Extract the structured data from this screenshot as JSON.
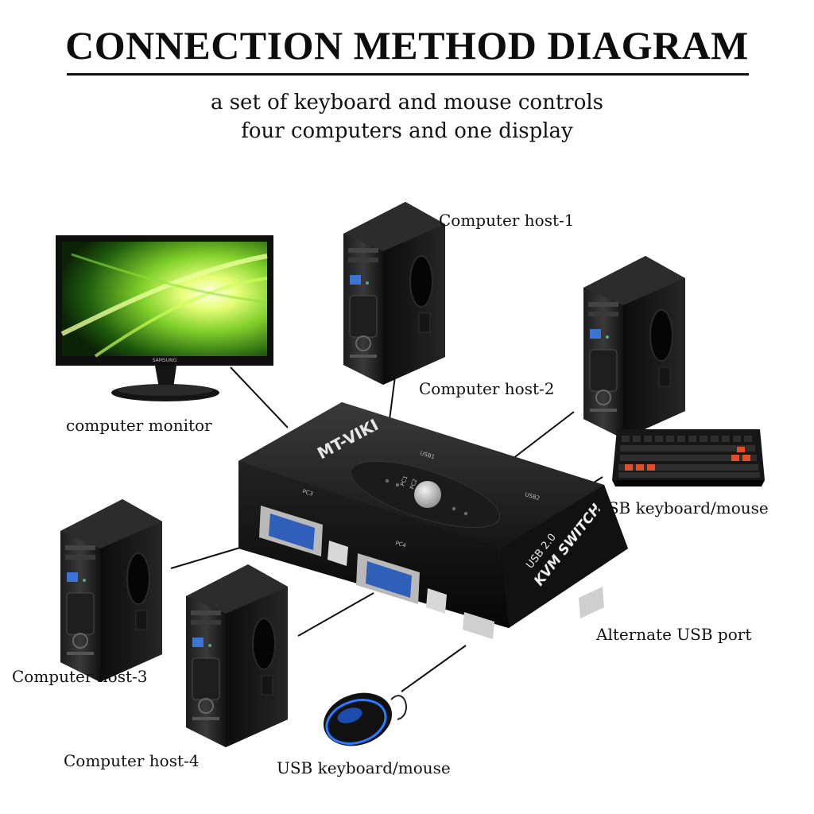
{
  "header": {
    "title": "CONNECTION METHOD DIAGRAM",
    "subtitle_line1": "a set of keyboard and mouse controls",
    "subtitle_line2": "four computers and one display"
  },
  "labels": {
    "monitor": "computer monitor",
    "host1": "Computer host-1",
    "host2": "Computer host-2",
    "host3": "Computer host-3",
    "host4": "Computer host-4",
    "keyboard": "USB keyboard/mouse",
    "usb_port": "Alternate USB port",
    "mouse": "USB keyboard/mouse"
  },
  "device": {
    "brand": "MT-VIKI",
    "model_line1": "USB 2.0",
    "model_line2": "KVM SWITCH",
    "ports": [
      "PC1",
      "PC2",
      "PC3",
      "PC4",
      "USB1",
      "USB2"
    ],
    "monitor_brand": "SAMSUNG"
  },
  "colors": {
    "device_body": "#1a1a1a",
    "vga_blue": "#2f5fb8",
    "keyboard_accent": "#e0502a",
    "mouse_glow": "#2a7bff",
    "screen_green": "#9be23a"
  }
}
